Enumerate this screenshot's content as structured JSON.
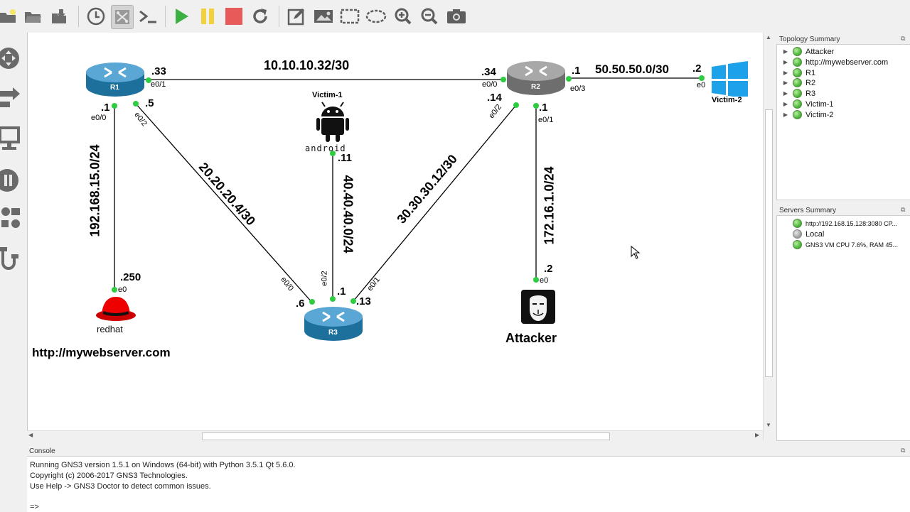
{
  "toolbar": {
    "buttons": [
      "new-project-icon",
      "open-project-icon",
      "save-project-icon",
      "snapshot-clock-icon",
      "show-interfaces-icon",
      "console-all-icon",
      "start-icon",
      "pause-icon",
      "stop-icon",
      "reload-icon",
      "add-note-icon",
      "insert-image-icon",
      "draw-rectangle-icon",
      "draw-ellipse-icon",
      "zoom-in-icon",
      "zoom-out-icon",
      "screenshot-icon"
    ],
    "colors": {
      "start": "#3cb043",
      "pause": "#f2d23c",
      "stop": "#e85a5a"
    }
  },
  "topology": {
    "networks": {
      "r1_r2": "10.10.10.32/30",
      "r2_victim2": "50.50.50.0/30",
      "r1_server": "192.168.15.0/24",
      "r1_r3": "20.20.20.4/30",
      "r3_victim1": "40.40.40.0/24",
      "r2_r3": "30.30.30.12/30",
      "r2_attacker": "172.16.1.0/24"
    },
    "addresses": {
      "r1_33": ".33",
      "r1_e01": "e0/1",
      "r1_1": ".1",
      "r1_e00": "e0/0",
      "r1_5": ".5",
      "r1_e02": "e0/2",
      "r2_34": ".34",
      "r2_e00": "e0/0",
      "r2_1a": ".1",
      "r2_e03": "e0/3",
      "r2_14": ".14",
      "r2_e02": "e0/2",
      "r2_1b": ".1",
      "r2_e01": "e0/1",
      "v2_2": ".2",
      "v2_e0": "e0",
      "v1_11": ".11",
      "srv_250": ".250",
      "srv_e0": "e0",
      "r3_6": ".6",
      "r3_e00": "e0/0",
      "r3_1": ".1",
      "r3_e02": "e0/2",
      "r3_13": ".13",
      "r3_e01": "e0/1",
      "att_2": ".2",
      "att_e0": "e0"
    },
    "nodes": {
      "r1": "R1",
      "r2": "R2",
      "r3": "R3",
      "victim1": "Victim-1",
      "victim2": "Victim-2",
      "server": "http://mywebserver.com",
      "attacker": "Attacker",
      "android_text": "android",
      "redhat_text": "redhat"
    }
  },
  "topology_summary": {
    "title": "Topology Summary",
    "items": [
      "Attacker",
      "http://mywebserver.com",
      "R1",
      "R2",
      "R3",
      "Victim-1",
      "Victim-2"
    ]
  },
  "servers_summary": {
    "title": "Servers Summary",
    "items": [
      "http://192.168.15.128:3080 CP...",
      "Local",
      "GNS3 VM CPU 7.6%, RAM 45..."
    ]
  },
  "console": {
    "title": "Console",
    "lines": [
      "Running GNS3 version 1.5.1 on Windows (64-bit) with Python 3.5.1 Qt 5.6.0.",
      "Copyright (c) 2006-2017 GNS3 Technologies.",
      "Use Help -> GNS3 Doctor to detect common issues.",
      "",
      "=>"
    ]
  }
}
